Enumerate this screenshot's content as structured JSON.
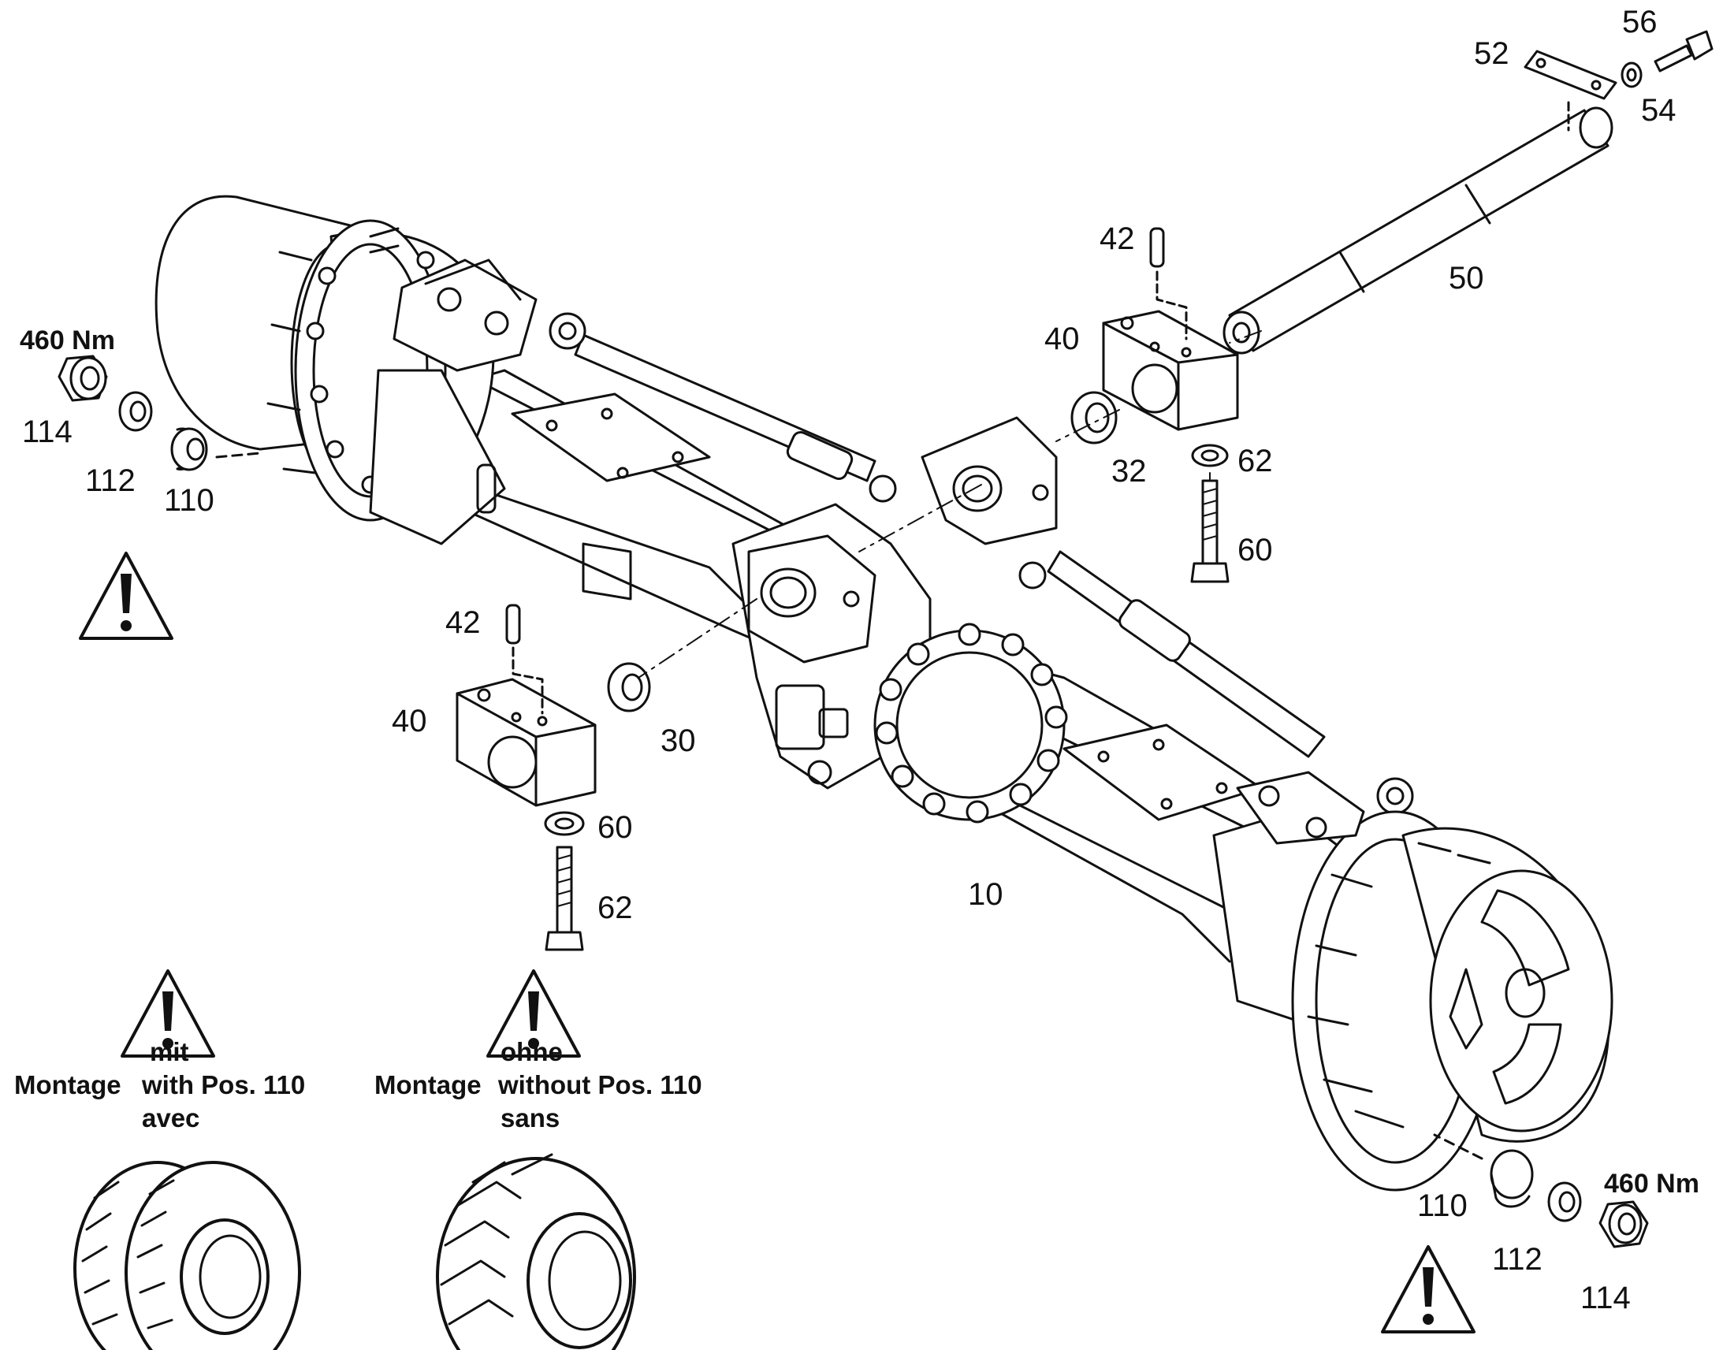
{
  "callouts": {
    "p56": "56",
    "p52": "52",
    "p54": "54",
    "p50": "50",
    "p42_right": "42",
    "p40_right": "40",
    "p32": "32",
    "p62_right": "62",
    "p60_right": "60",
    "p42_left": "42",
    "p40_left": "40",
    "p30": "30",
    "p60_left": "60",
    "p62_left": "62",
    "p10": "10",
    "p114_left": "114",
    "p112_left": "112",
    "p110_left": "110",
    "p110_right": "110",
    "p112_right": "112",
    "p114_right": "114"
  },
  "torque": {
    "left": "460 Nm",
    "right": "460 Nm"
  },
  "mounting_notes": {
    "with": {
      "line1": "mit",
      "montage": "Montage",
      "line2": "with Pos. 110",
      "line3": "avec"
    },
    "without": {
      "line1": "ohne",
      "montage": "Montage",
      "line2": "without Pos. 110",
      "line3": "sans"
    }
  },
  "icons": [
    "warning-triangle-icon",
    "dual-tire-icon",
    "single-tire-icon"
  ]
}
